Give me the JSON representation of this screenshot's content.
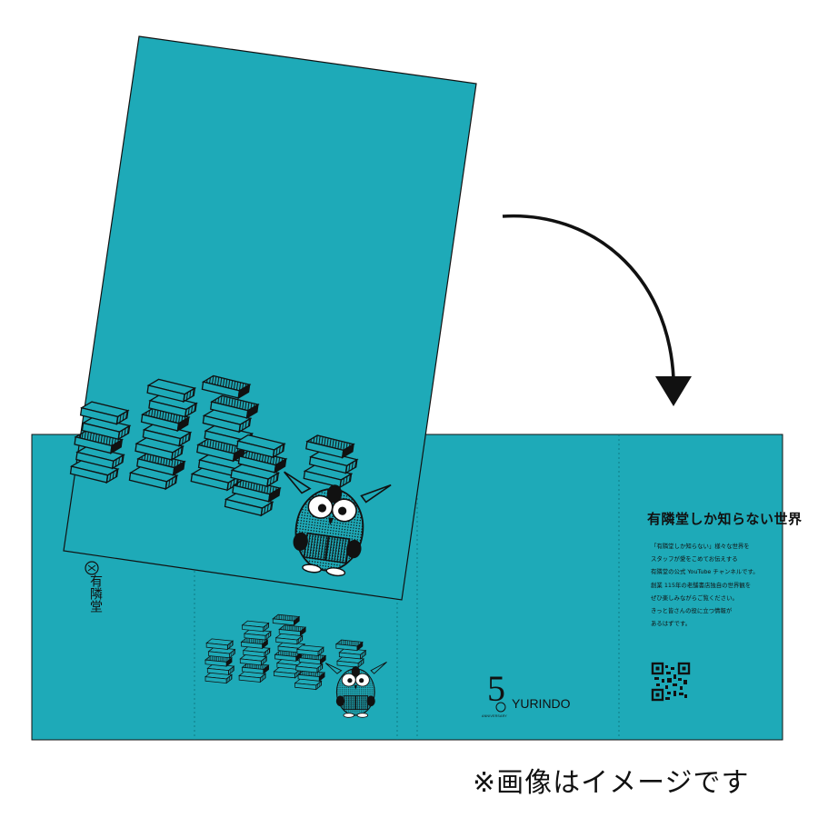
{
  "caption": "※画像はイメージです",
  "brand": {
    "vertical_name": "有隣堂",
    "english_name": "YURINDO",
    "anniversary_number": "5",
    "anniversary_word": "ANNIVERSARY"
  },
  "channel_panel": {
    "title": "有隣堂しか知らない世界",
    "description_lines": [
      "「有隣堂しか知らない」様々な世界を",
      "スタッフが愛をこめてお伝えする",
      "有隣堂の公式 YouTube チャンネルです。",
      "創業 115年の老舗書店独自の世界観を",
      "ぜひ楽しみながらご覧ください。",
      "きっと皆さんの役に立つ情報が",
      "あるはずです。"
    ]
  },
  "colors": {
    "cover_teal": "#1eaab8",
    "ink": "#111111",
    "background": "#ffffff"
  },
  "icons": [
    "curved-arrow-icon",
    "qr-code-icon",
    "owl-mascot-icon",
    "book-stack-illustration"
  ]
}
